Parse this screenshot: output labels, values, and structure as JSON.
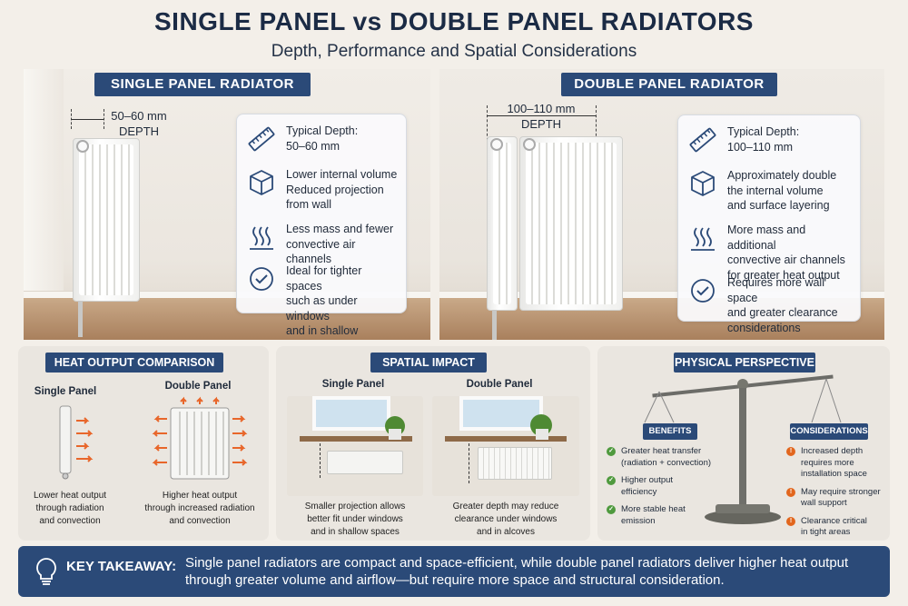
{
  "header": {
    "title": "SINGLE PANEL vs DOUBLE PANEL RADIATORS",
    "subtitle": "Depth, Performance and Spatial Considerations"
  },
  "single": {
    "banner": "SINGLE PANEL RADIATOR",
    "depth_value": "50–60 mm",
    "depth_label": "DEPTH",
    "features": [
      {
        "icon": "ruler-icon",
        "text": "Typical Depth:\n50–60 mm"
      },
      {
        "icon": "cube-icon",
        "text": "Lower internal volume\nReduced projection\nfrom wall"
      },
      {
        "icon": "heat-waves-icon",
        "text": "Less mass and fewer\nconvective air channels"
      },
      {
        "icon": "check-circle-icon",
        "text": "Ideal for tighter spaces\nsuch as under windows\nand in shallow alcoves"
      }
    ]
  },
  "double": {
    "banner": "DOUBLE PANEL RADIATOR",
    "depth_value": "100–110 mm",
    "depth_label": "DEPTH",
    "features": [
      {
        "icon": "ruler-icon",
        "text": "Typical Depth:\n100–110 mm"
      },
      {
        "icon": "cube-icon",
        "text": "Approximately double\nthe internal volume\nand surface layering"
      },
      {
        "icon": "heat-waves-icon",
        "text": "More mass and additional\nconvective air channels\nfor greater heat output"
      },
      {
        "icon": "check-circle-icon",
        "text": "Requires more wall space\nand greater clearance\nconsiderations"
      }
    ]
  },
  "heat_output": {
    "banner": "HEAT OUTPUT COMPARISON",
    "single_label": "Single Panel",
    "double_label": "Double Panel",
    "single_caption": "Lower heat output\nthrough radiation\nand convection",
    "double_caption": "Higher heat output\nthrough increased radiation\nand convection"
  },
  "spatial": {
    "banner": "SPATIAL IMPACT",
    "single_label": "Single Panel",
    "double_label": "Double Panel",
    "single_caption": "Smaller projection allows\nbetter fit under windows\nand in shallow spaces",
    "double_caption": "Greater depth may reduce\nclearance under windows\nand in alcoves"
  },
  "perspective": {
    "banner": "PHYSICAL PERSPECTIVE",
    "benefits_label": "BENEFITS",
    "considerations_label": "CONSIDERATIONS",
    "benefits": [
      "Greater heat transfer\n(radiation + convection)",
      "Higher output\nefficiency",
      "More stable heat\nemission"
    ],
    "considerations": [
      "Increased depth\nrequires more\ninstallation space",
      "May require stronger\nwall support",
      "Clearance critical\nin tight areas"
    ]
  },
  "takeaway": {
    "label": "KEY TAKEAWAY:",
    "text": "Single panel radiators are compact and space-efficient, while double panel radiators deliver higher heat output through greater volume and airflow—but require more space and structural consideration."
  },
  "colors": {
    "navy": "#2b4a78",
    "heat_arrow": "#e8662a",
    "benefit_green": "#4f9a3e",
    "consideration_orange": "#e2661d"
  }
}
